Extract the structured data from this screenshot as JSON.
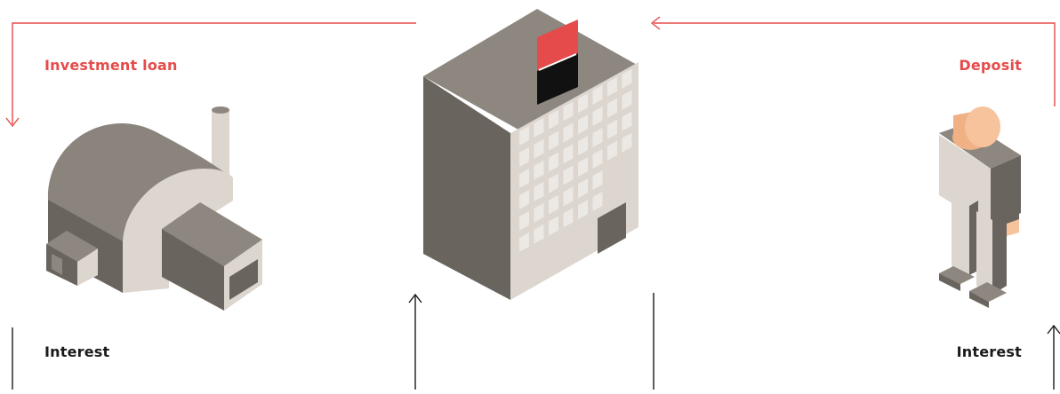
{
  "labels": {
    "investment_loan": "Investment loan",
    "deposit": "Deposit",
    "interest_left": "Interest",
    "interest_right": "Interest"
  },
  "colors": {
    "accent_red": "#e54b4b",
    "text_dark": "#1a1a1a",
    "line_dark": "#1a1a1a",
    "building_front": "#6a645e",
    "building_side": "#dcd6cf",
    "building_top": "#8d8780",
    "window": "#ece8e3",
    "skin": "#f7c39d"
  },
  "icons": {
    "factory": "factory-icon",
    "bank": "bank-building-icon",
    "person": "person-icon",
    "arrow_down": "arrow-down-icon",
    "arrow_left": "arrow-left-icon",
    "arrow_up": "arrow-up-icon"
  }
}
